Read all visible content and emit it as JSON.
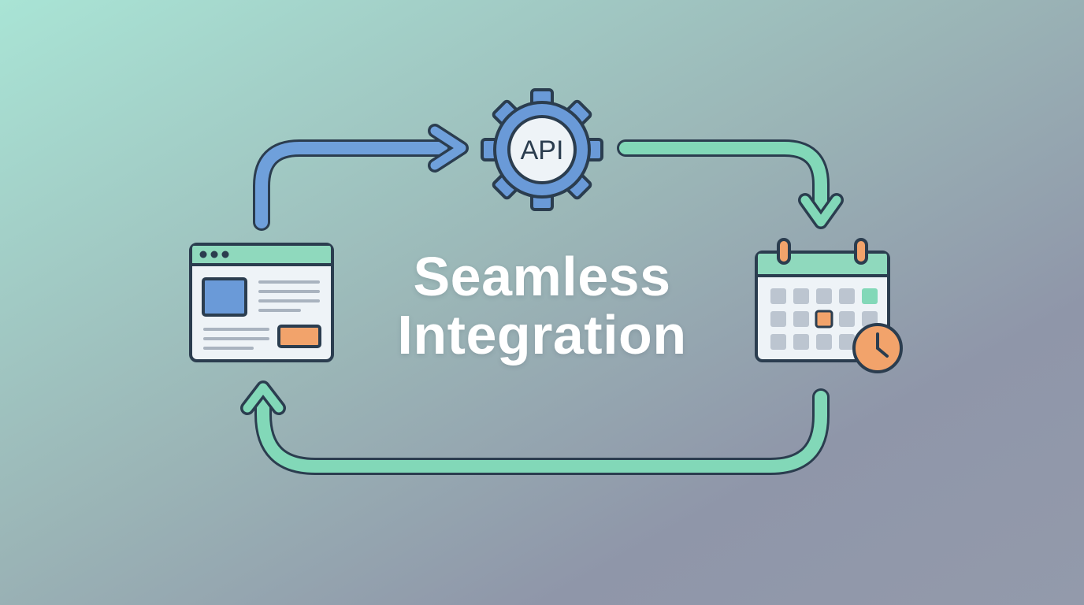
{
  "title": {
    "line1": "Seamless",
    "line2": "Integration"
  },
  "api_label": "API",
  "icons": {
    "app": "browser-window-icon",
    "api": "gear-icon",
    "calendar": "calendar-icon",
    "clock": "clock-icon"
  },
  "colors": {
    "bg_top_left": "#a9e4d5",
    "bg_bottom_right": "#8e93a8",
    "outline": "#2b3d4f",
    "blue": "#6a9ad8",
    "teal": "#7fd6b5",
    "orange": "#f2a36b",
    "panel": "#eef3f7",
    "grey_cell": "#bcc5d0"
  }
}
